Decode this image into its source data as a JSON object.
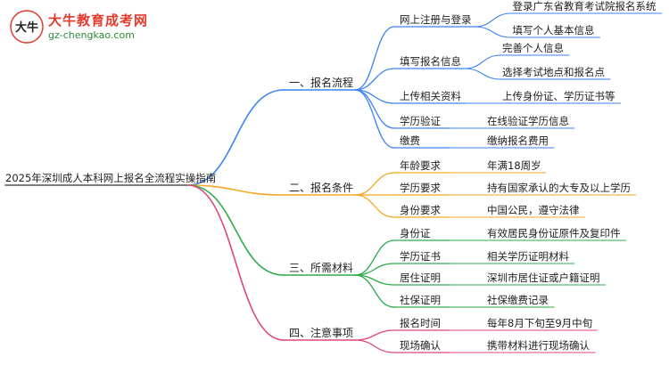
{
  "logo": {
    "title": "大牛教育成考网",
    "subtitle": "gz-chengkao.com",
    "mark_text": "大牛"
  },
  "colors": {
    "root": "#555555",
    "flow": "#3b82f6",
    "cond": "#f5a623",
    "mat": "#2eaa4a",
    "note": "#e0457b"
  },
  "root": {
    "label": "2025年深圳成人本科网上报名全流程实操指南"
  },
  "branches": [
    {
      "label": "一、报名流程",
      "color": "#3b82f6",
      "children": [
        {
          "label": "网上注册与登录",
          "leaves": [
            "登录广东省教育考试院报名系统",
            "填写个人基本信息"
          ]
        },
        {
          "label": "填写报名信息",
          "leaves": [
            "完善个人信息",
            "选择考试地点和报名点"
          ]
        },
        {
          "label": "上传相关资料",
          "leaves": [
            "上传身份证、学历证书等"
          ]
        },
        {
          "label": "学历验证",
          "leaves": [
            "在线验证学历信息"
          ]
        },
        {
          "label": "缴费",
          "leaves": [
            "缴纳报名费用"
          ]
        }
      ]
    },
    {
      "label": "二、报名条件",
      "color": "#f5a623",
      "children": [
        {
          "label": "年龄要求",
          "leaves": [
            "年满18周岁"
          ]
        },
        {
          "label": "学历要求",
          "leaves": [
            "持有国家承认的大专及以上学历"
          ]
        },
        {
          "label": "身份要求",
          "leaves": [
            "中国公民，遵守法律"
          ]
        }
      ]
    },
    {
      "label": "三、所需材料",
      "color": "#2eaa4a",
      "children": [
        {
          "label": "身份证",
          "leaves": [
            "有效居民身份证原件及复印件"
          ]
        },
        {
          "label": "学历证书",
          "leaves": [
            "相关学历证明材料"
          ]
        },
        {
          "label": "居住证明",
          "leaves": [
            "深圳市居住证或户籍证明"
          ]
        },
        {
          "label": "社保证明",
          "leaves": [
            "社保缴费记录"
          ]
        }
      ]
    },
    {
      "label": "四、注意事项",
      "color": "#e0457b",
      "children": [
        {
          "label": "报名时间",
          "leaves": [
            "每年8月下旬至9月中旬"
          ]
        },
        {
          "label": "现场确认",
          "leaves": [
            "携带材料进行现场确认"
          ]
        }
      ]
    }
  ]
}
